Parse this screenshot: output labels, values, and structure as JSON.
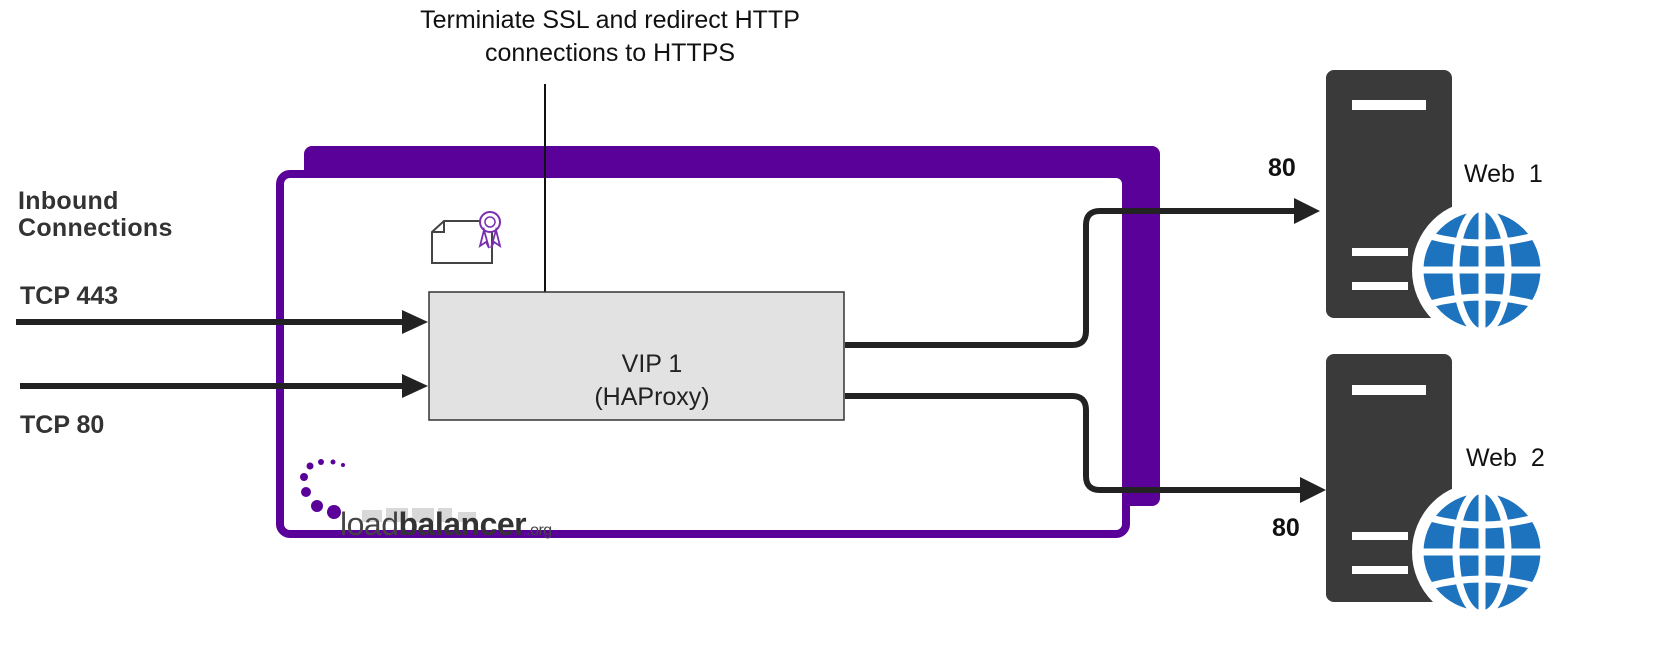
{
  "annotation": {
    "line1": "Terminiate SSL and redirect HTTP",
    "line2": "connections to HTTPS"
  },
  "inbound": {
    "line1": "Inbound",
    "line2": "Connections"
  },
  "ports": {
    "in_443": "TCP 443",
    "in_80": "TCP 80",
    "out_web1": "80",
    "out_web2": "80"
  },
  "vip": {
    "line1": "VIP 1",
    "line2": "(HAProxy)"
  },
  "servers": [
    {
      "label": "Web  1"
    },
    {
      "label": "Web  2"
    }
  ],
  "logo": {
    "part1": "load",
    "part2": "balancer",
    "suffix": ".org"
  },
  "colors": {
    "appliance": "#5a0199",
    "server": "#3a3a3a",
    "globe": "#1e73be",
    "arrow": "#222222",
    "vip_fill": "#e2e2e2"
  },
  "icons": [
    "certificate-icon",
    "web-server-icon",
    "globe-icon"
  ]
}
